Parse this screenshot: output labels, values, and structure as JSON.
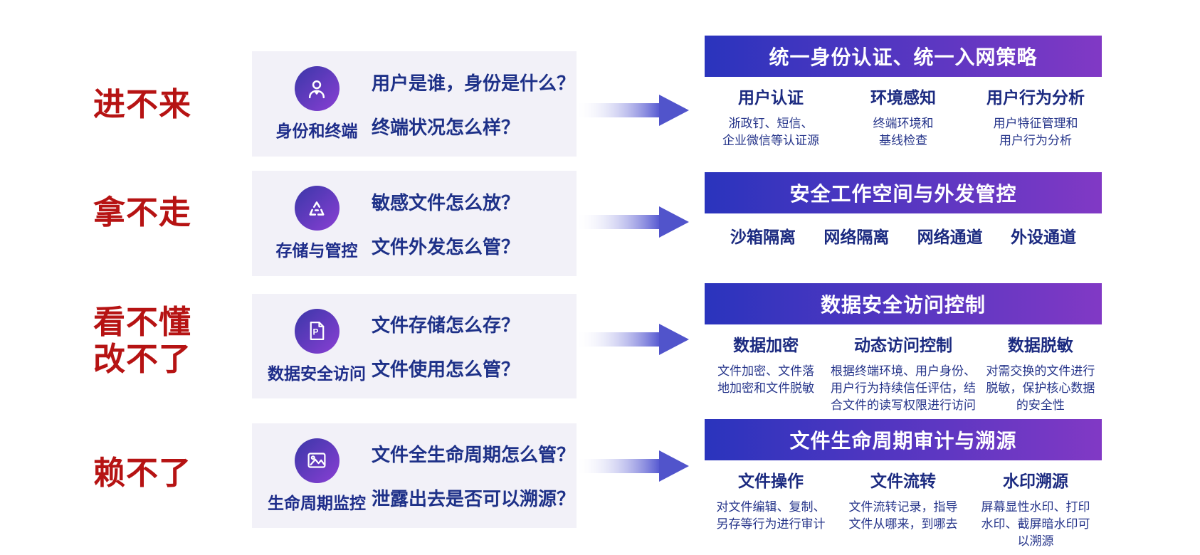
{
  "palette": {
    "pain_red": "#b61313",
    "box_bg": "#f2f1f8",
    "question_navy": "#1e3188",
    "header_gradient_left": "#2a34bd",
    "header_gradient_right": "#8139c5",
    "icon_gradient_start": "#3a37a8",
    "icon_gradient_end": "#8a3fd4",
    "arrow_indigo": "#5659d1"
  },
  "rows": [
    {
      "pain_label": "进不来",
      "icon": "user-icon",
      "icon_label": "身份和终端",
      "questions": [
        "用户是谁，身份是什么？",
        "终端状况怎么样？"
      ],
      "panel": {
        "title": "统一身份认证、统一入网策略",
        "columns": [
          {
            "heading": "用户认证",
            "desc": "浙政钉、短信、\n企业微信等认证源"
          },
          {
            "heading": "环境感知",
            "desc": "终端环境和\n基线检查"
          },
          {
            "heading": "用户行为分析",
            "desc": "用户特征管理和\n用户行为分析"
          }
        ]
      }
    },
    {
      "pain_label": "拿不走",
      "icon": "isolation-triangle-icon",
      "icon_label": "存储与管控",
      "questions": [
        "敏感文件怎么放？",
        "文件外发怎么管？"
      ],
      "panel": {
        "title": "安全工作空间与外发管控",
        "columns": [
          {
            "heading": "沙箱隔离"
          },
          {
            "heading": "网络隔离"
          },
          {
            "heading": "网络通道"
          },
          {
            "heading": "外设通道"
          }
        ]
      }
    },
    {
      "pain_label": "看不懂\n改不了",
      "icon": "document-icon",
      "icon_label": "数据安全访问",
      "questions": [
        "文件存储怎么存？",
        "文件使用怎么管？"
      ],
      "panel": {
        "title": "数据安全访问控制",
        "columns": [
          {
            "heading": "数据加密",
            "desc": "文件加密、文件落\n地加密和文件脱敏"
          },
          {
            "heading": "动态访问控制",
            "desc": "根据终端环境、用户身份、\n用户行为持续信任评估，结\n合文件的读写权限进行访问"
          },
          {
            "heading": "数据脱敏",
            "desc": "对需交换的文件进行\n脱敏，保护核心数据\n的安全性"
          }
        ]
      }
    },
    {
      "pain_label": "赖不了",
      "icon": "image-icon",
      "icon_label": "生命周期监控",
      "questions": [
        "文件全生命周期怎么管？",
        "泄露出去是否可以溯源？"
      ],
      "panel": {
        "title": "文件生命周期审计与溯源",
        "columns": [
          {
            "heading": "文件操作",
            "desc": "对文件编辑、复制、\n另存等行为进行审计"
          },
          {
            "heading": "文件流转",
            "desc": "文件流转记录，指导\n文件从哪来，到哪去"
          },
          {
            "heading": "水印溯源",
            "desc": "屏幕显性水印、打印\n水印、截屏暗水印可\n以溯源"
          }
        ]
      }
    }
  ]
}
